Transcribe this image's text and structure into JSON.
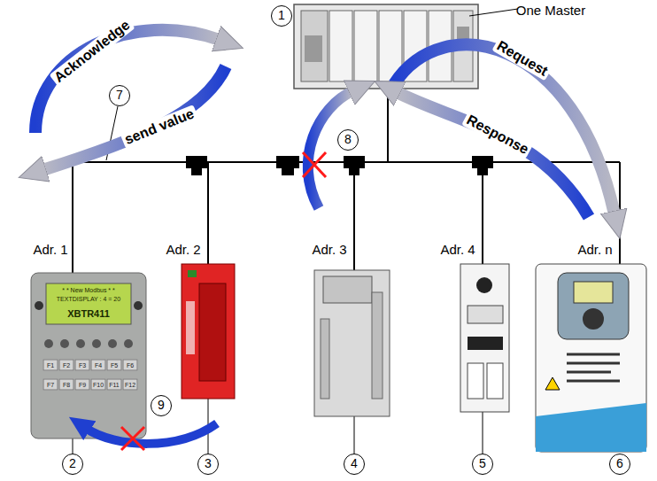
{
  "diagram": {
    "labels": [
      "One Master",
      "1",
      "Acknowledge",
      "7",
      "send value",
      "8",
      "Request",
      "Response",
      "Adr. 1",
      "Adr. 2",
      "Adr. 3",
      "Adr. 4",
      "Adr. n",
      "* * New Modbus * *",
      "TEXTDISPLAY : 4 = 20",
      "XBTR411",
      "F1",
      "F2",
      "F3",
      "F4",
      "F5",
      "F6",
      "F7",
      "F8",
      "F9",
      "F10",
      "F11",
      "F12",
      "9",
      "2",
      "3",
      "4",
      "5",
      "6"
    ]
  }
}
